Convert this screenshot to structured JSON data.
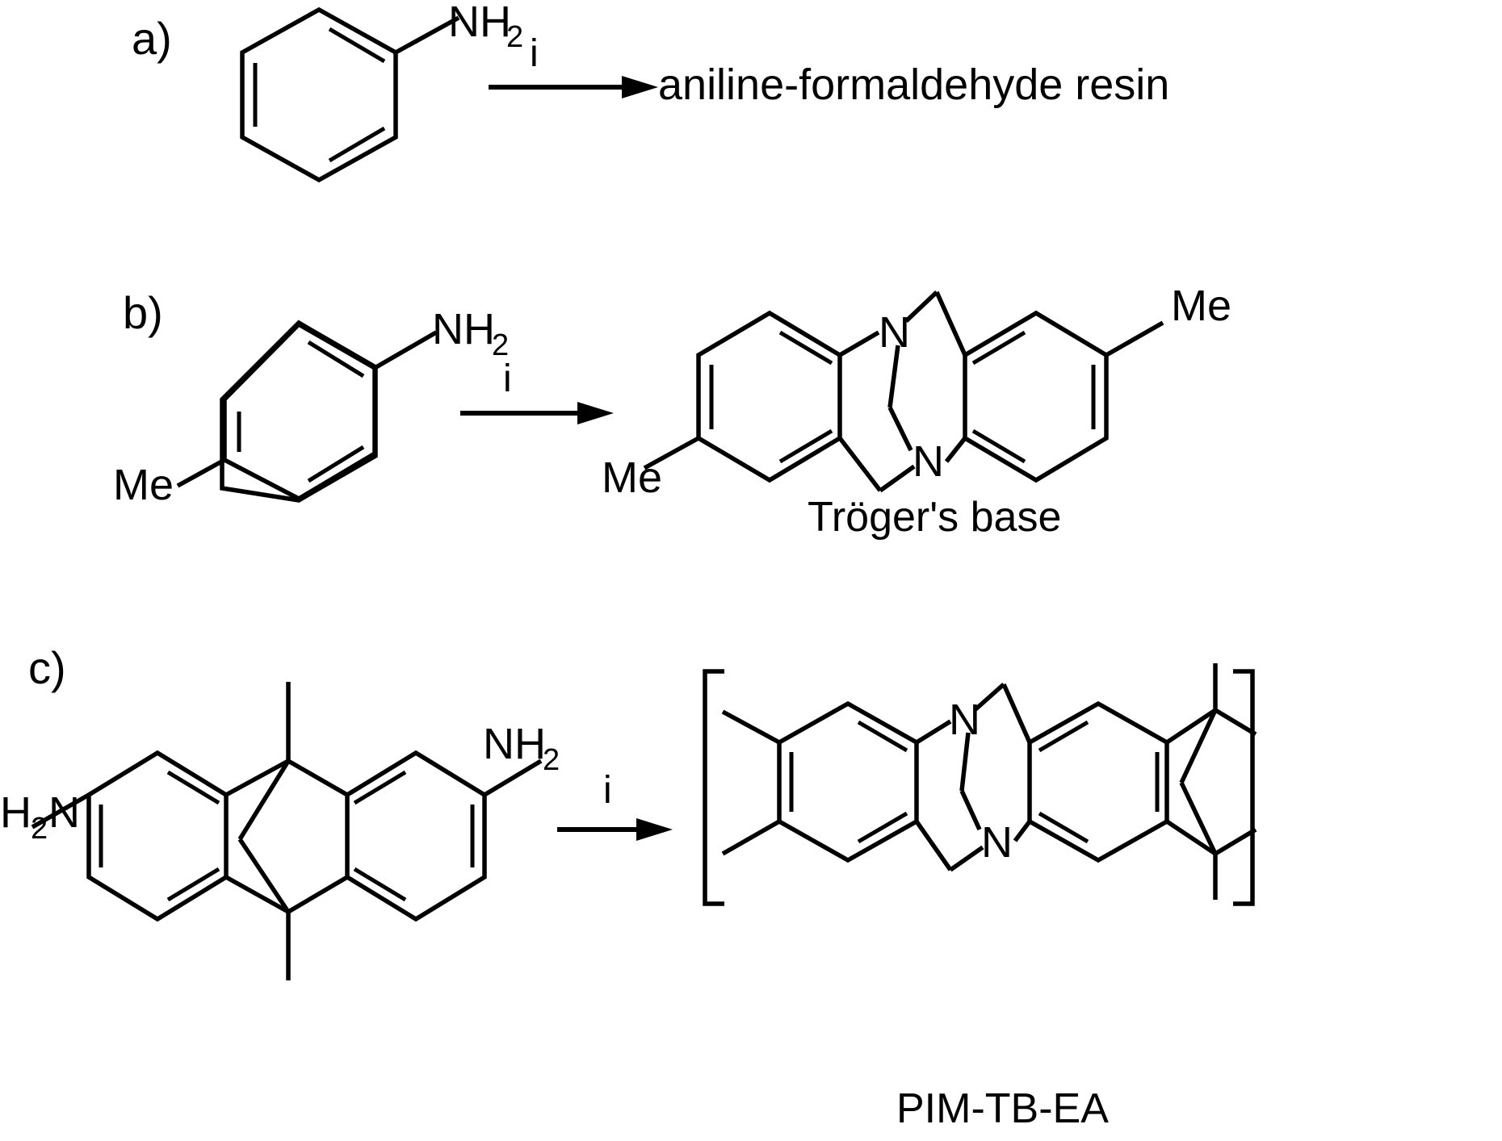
{
  "figure": {
    "type": "chemical-reaction-scheme",
    "background_color": "#ffffff",
    "line_color": "#000000",
    "panels": [
      {
        "id": "a",
        "label": "a)",
        "reactant_name": "aniline",
        "reactant_labels": [
          "NH2"
        ],
        "condition_label": "i",
        "product_label": "aniline-formaldehyde resin",
        "product_is_text": true
      },
      {
        "id": "b",
        "label": "b)",
        "reactant_name": "p-toluidine",
        "reactant_labels": [
          "NH2",
          "Me"
        ],
        "condition_label": "i",
        "product_name": "Tröger's base",
        "product_labels": [
          "N",
          "N",
          "Me",
          "Me"
        ],
        "product_caption": "Tröger's base",
        "product_is_text": false
      },
      {
        "id": "c",
        "label": "c)",
        "reactant_name": "ethanoanthracene diamine",
        "reactant_labels": [
          "H2N",
          "NH2"
        ],
        "condition_label": "i",
        "product_name": "PIM-TB-EA",
        "product_labels": [
          "N",
          "N"
        ],
        "product_caption": "PIM-TB-EA",
        "product_is_polymer": true,
        "product_is_text": false
      }
    ],
    "atom_labels": {
      "amine": "NH",
      "amine_sub": "2",
      "amine_left_main": "H",
      "amine_left_sub": "2",
      "amine_left_tail": "N",
      "nitrogen": "N",
      "methyl": "Me"
    },
    "reagent_key": "i"
  }
}
